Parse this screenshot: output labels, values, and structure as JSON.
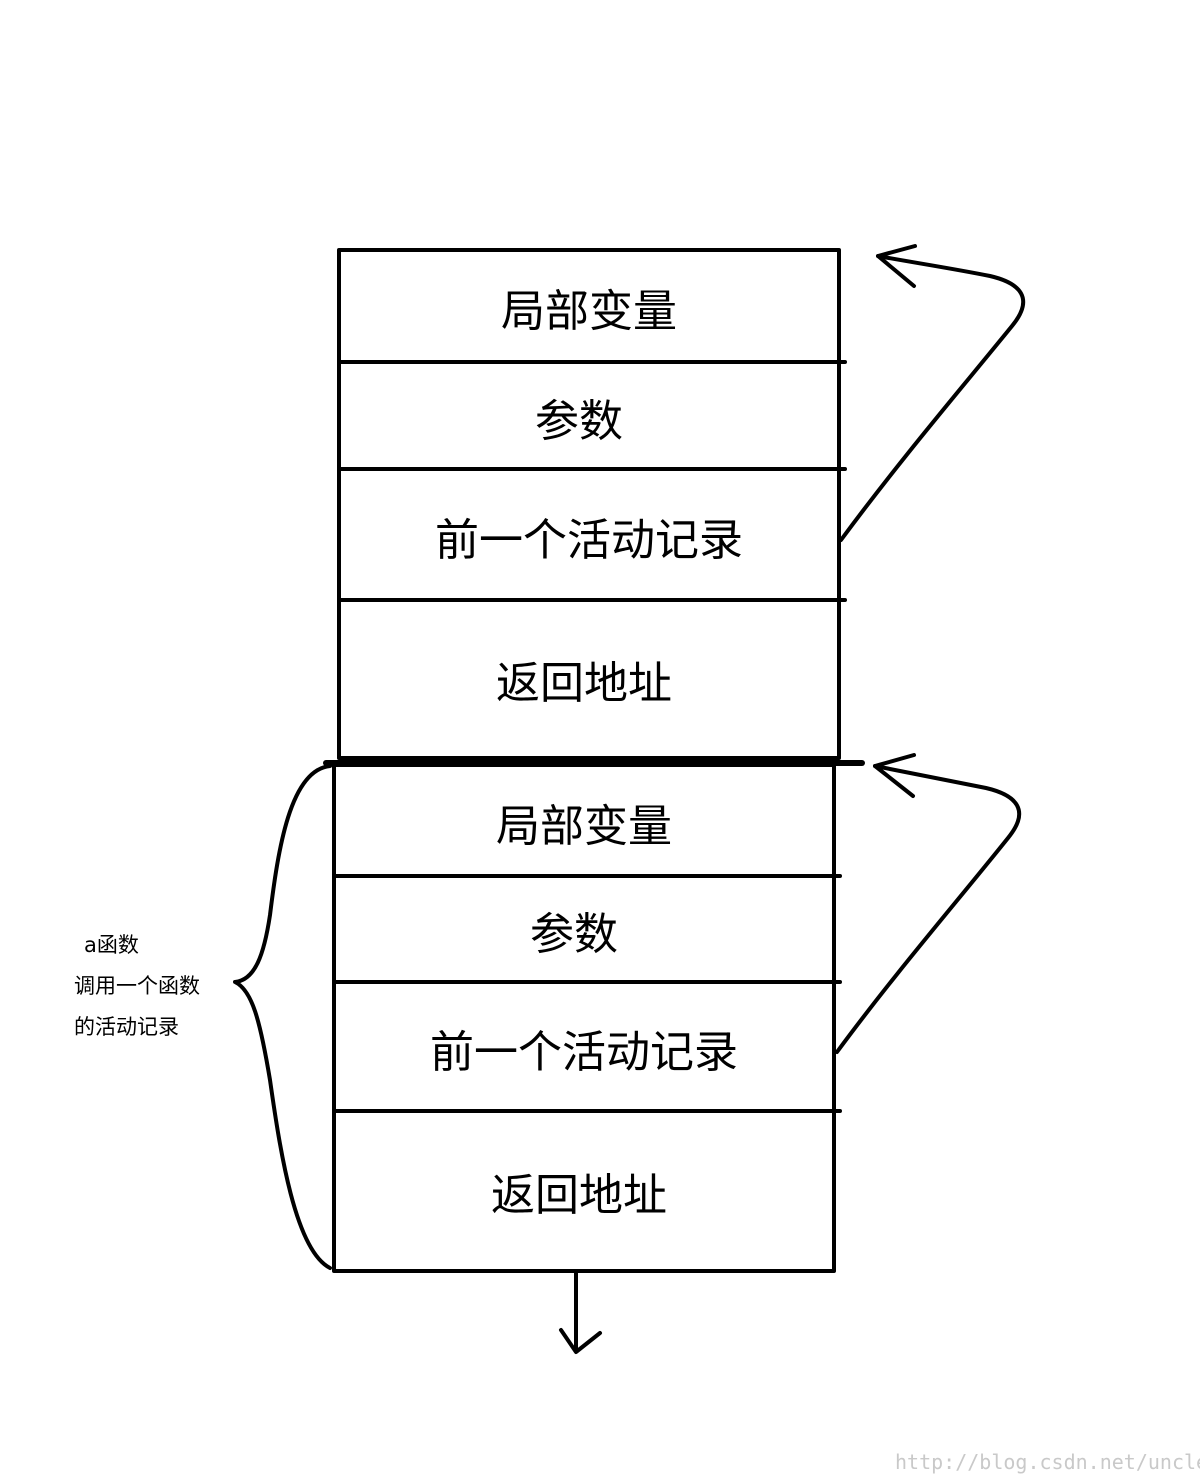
{
  "stack": {
    "upper": {
      "local_vars": "局部变量",
      "params": "参数",
      "prev_record": "前一个活动记录",
      "return_addr": "返回地址"
    },
    "lower": {
      "local_vars": "局部变量",
      "params": "参数",
      "prev_record": "前一个活动记录",
      "return_addr": "返回地址"
    }
  },
  "brace_label": {
    "line1": "a函数",
    "line2": "调用一个函数",
    "line3": "的活动记录"
  },
  "watermark": "http://blog.csdn.net/uncle_gy"
}
